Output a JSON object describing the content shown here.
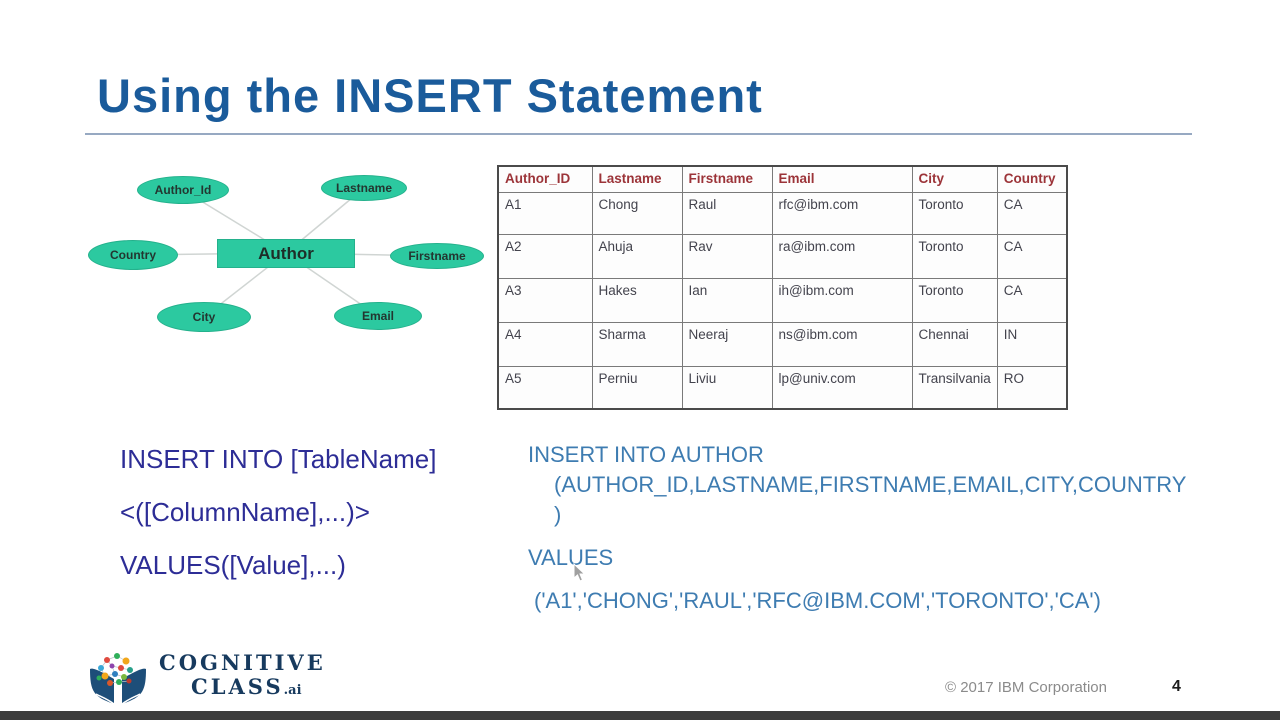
{
  "slide": {
    "title": "Using the INSERT Statement",
    "copyright": "© 2017 IBM Corporation",
    "page_number": "4"
  },
  "er_diagram": {
    "entity": "Author",
    "attributes": {
      "author_id": "Author_Id",
      "lastname": "Lastname",
      "country": "Country",
      "firstname": "Firstname",
      "city": "City",
      "email": "Email"
    }
  },
  "table": {
    "headers": [
      "Author_ID",
      "Lastname",
      "Firstname",
      "Email",
      "City",
      "Country"
    ],
    "rows": [
      [
        "A1",
        "Chong",
        "Raul",
        "rfc@ibm.com",
        "Toronto",
        "CA"
      ],
      [
        "A2",
        "Ahuja",
        "Rav",
        "ra@ibm.com",
        "Toronto",
        "CA"
      ],
      [
        "A3",
        "Hakes",
        "Ian",
        "ih@ibm.com",
        "Toronto",
        "CA"
      ],
      [
        "A4",
        "Sharma",
        "Neeraj",
        "ns@ibm.com",
        "Chennai",
        "IN"
      ],
      [
        "A5",
        "Perniu",
        "Liviu",
        "lp@univ.com",
        "Transilvania",
        "RO"
      ]
    ]
  },
  "syntax": {
    "line1": "INSERT INTO [TableName]",
    "line2": "<([ColumnName],...)>",
    "line3": "VALUES([Value],...)"
  },
  "example": {
    "line1": "INSERT INTO AUTHOR",
    "line2": "(AUTHOR_ID,LASTNAME,FIRSTNAME,EMAIL,CITY,COUNTRY",
    "line3": ")",
    "line4": "VALUES",
    "line5": "('A1','CHONG','RAUL','RFC@IBM.COM','TORONTO','CA')"
  },
  "logo": {
    "line1": "COGNITIVE",
    "line2": "CLASS",
    "suffix": ".ai"
  },
  "colors": {
    "title_blue": "#1a5b9b",
    "entity_teal": "#2cc9a0",
    "header_red": "#9c3439",
    "syntax_indigo": "#2d2d96",
    "example_blue": "#3e7cb1",
    "bottom_bar": "#3c3c3c"
  }
}
